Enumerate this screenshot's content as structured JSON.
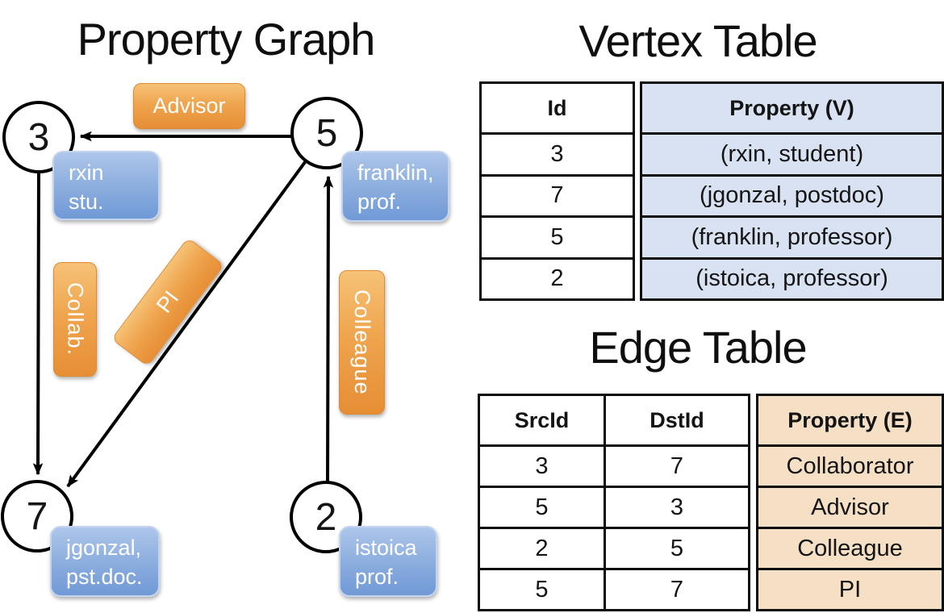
{
  "slide": {
    "graph_title": "Property Graph",
    "vertex_table_title": "Vertex Table",
    "edge_table_title": "Edge Table"
  },
  "graph": {
    "nodes": [
      {
        "id": "3",
        "prop_line1": "rxin",
        "prop_line2": "stu."
      },
      {
        "id": "5",
        "prop_line1": "franklin,",
        "prop_line2": "prof."
      },
      {
        "id": "7",
        "prop_line1": "jgonzal,",
        "prop_line2": "pst.doc."
      },
      {
        "id": "2",
        "prop_line1": "istoica",
        "prop_line2": "prof."
      }
    ],
    "edge_labels": {
      "advisor": "Advisor",
      "collab": "Collab.",
      "pi": "PI",
      "colleague": "Colleague"
    },
    "arrows": [
      {
        "from": "5",
        "to": "3",
        "label": "Advisor"
      },
      {
        "from": "3",
        "to": "7",
        "label": "Collab."
      },
      {
        "from": "5",
        "to": "7",
        "label": "PI"
      },
      {
        "from": "2",
        "to": "5",
        "label": "Colleague"
      }
    ]
  },
  "vertex_table": {
    "headers": [
      "Id",
      "Property (V)"
    ],
    "rows": [
      [
        "3",
        "(rxin, student)"
      ],
      [
        "7",
        "(jgonzal, postdoc)"
      ],
      [
        "5",
        "(franklin, professor)"
      ],
      [
        "2",
        "(istoica, professor)"
      ]
    ]
  },
  "edge_table": {
    "headers": [
      "SrcId",
      "DstId",
      "Property (E)"
    ],
    "rows": [
      [
        "3",
        "7",
        "Collaborator"
      ],
      [
        "5",
        "3",
        "Advisor"
      ],
      [
        "2",
        "5",
        "Colleague"
      ],
      [
        "5",
        "7",
        "PI"
      ]
    ]
  },
  "colors": {
    "edge_label_orange": "#EDA04A",
    "vertex_label_blue": "#8FB1E1",
    "vertex_property_fill": "#D9E2F2",
    "edge_property_fill": "#F6E0C5",
    "line_black": "#000000"
  }
}
